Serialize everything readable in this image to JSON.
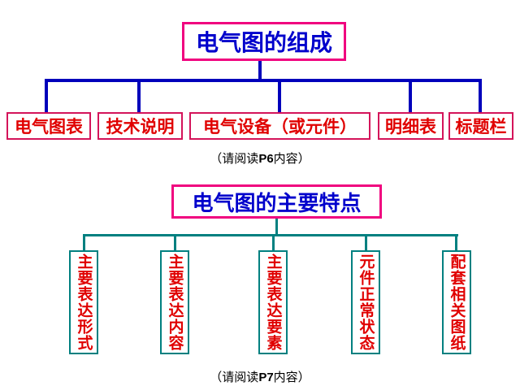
{
  "diagram_top": {
    "title": "电气图的组成",
    "children": [
      "电气图表",
      "技术说明",
      "电气设备（或元件）",
      "明细表",
      "标题栏"
    ],
    "caption": {
      "prefix": "（请阅读",
      "page": "P6",
      "suffix": "内容）"
    }
  },
  "diagram_bottom": {
    "title": "电气图的主要特点",
    "children": [
      "主要表达形式",
      "主要表达内容",
      "主要表达要素",
      "元件正常状态",
      "配套相关图纸"
    ],
    "caption": {
      "prefix": "（请阅读",
      "page": "P7",
      "suffix": "内容）"
    }
  },
  "colors": {
    "top_title_border": "#f0047f",
    "top_title_text": "#0000cc",
    "top_child_border": "#d4145a",
    "top_child_text": "#e00000",
    "top_line": "#0000bb",
    "bottom_title_border": "#f0047f",
    "bottom_title_text": "#0000cc",
    "bottom_child_border": "#008080",
    "bottom_child_text": "#e00000",
    "bottom_line": "#008080",
    "caption_text": "#000000"
  }
}
